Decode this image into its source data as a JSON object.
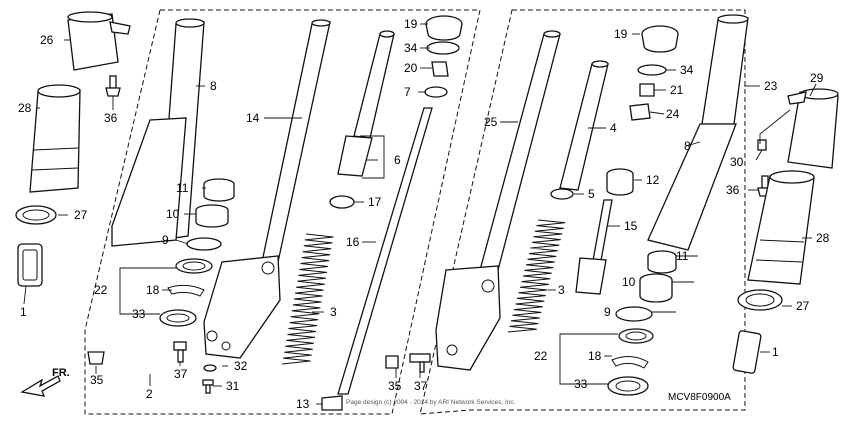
{
  "diagram": {
    "code": "MCV8F0900A",
    "direction_label": "FR.",
    "copyright": "Page design (c) 2004 - 2014 by ARI Network Services, Inc.",
    "callouts": [
      "1",
      "2",
      "3",
      "4",
      "5",
      "6",
      "7",
      "8",
      "9",
      "10",
      "11",
      "12",
      "13",
      "14",
      "15",
      "16",
      "17",
      "18",
      "19",
      "20",
      "21",
      "22",
      "23",
      "24",
      "25",
      "26",
      "27",
      "28",
      "29",
      "30",
      "31",
      "32",
      "33",
      "34",
      "35",
      "36",
      "37"
    ]
  }
}
